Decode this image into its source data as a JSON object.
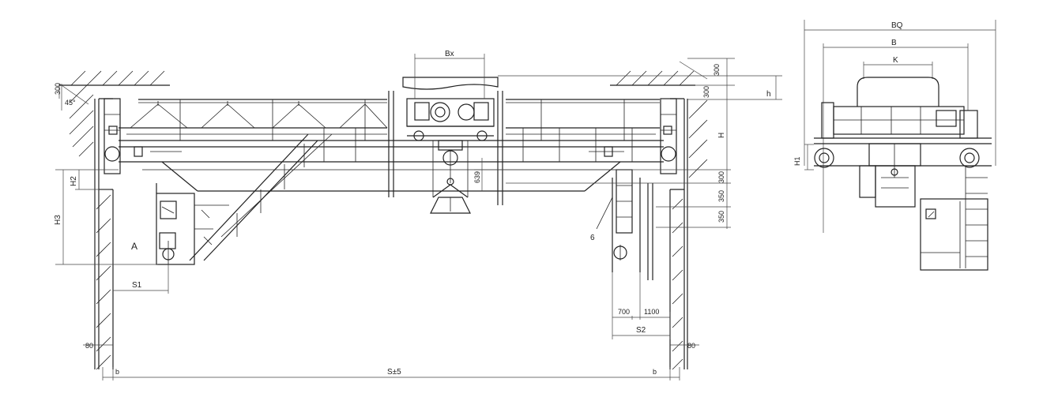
{
  "front_view": {
    "dimensions": {
      "bx": "Bx",
      "d300_top_left": "300",
      "angle_45": "45°",
      "d300_right_top": "300",
      "d300_right": "300",
      "h": "h",
      "H": "H",
      "d639": "639",
      "d300_lower": "300",
      "d350_a": "350",
      "d350_b": "350",
      "H2": "H2",
      "H3": "H3",
      "S1": "S1",
      "S2": "S2",
      "d700": "700",
      "d1100": "1100",
      "d80_left": "80",
      "d80_right": "80",
      "b_left": "b",
      "b_right": "b",
      "span": "S±5"
    },
    "labels": {
      "view_a": "A",
      "callout_6": "6"
    }
  },
  "side_view": {
    "dimensions": {
      "BQ": "BQ",
      "B": "B",
      "K": "K",
      "H1": "H1"
    }
  }
}
